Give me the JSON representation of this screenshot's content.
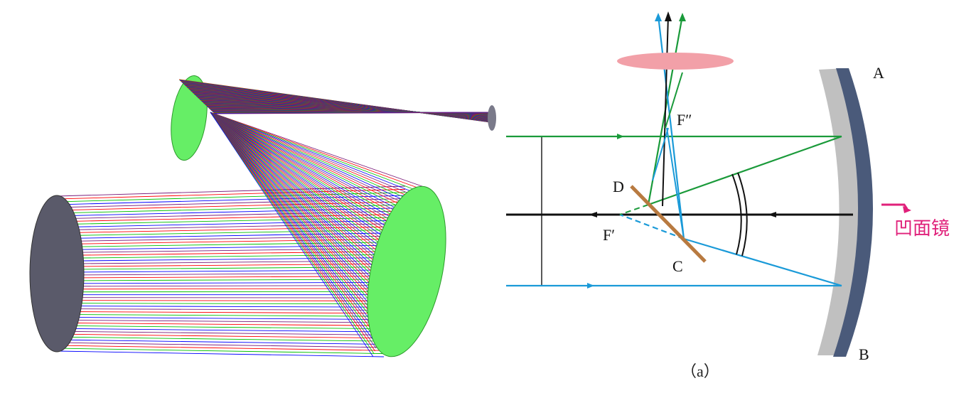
{
  "colors": {
    "ray_red": "#ff0000",
    "ray_green": "#00c000",
    "ray_blue": "#0000ff",
    "ray_purple": "#7a1a7a",
    "mirror_green": "#66ee66",
    "detector_gray": "#7a7a8a",
    "diagram_green": "#1a9a3a",
    "diagram_blue": "#1a9ad8",
    "diagram_black": "#111111",
    "eyepiece_pink": "#f2a0a8",
    "splitter_brown": "#b87a40",
    "mirror_gray": "#c0c0c0",
    "mirror_dark": "#4a5a7a",
    "label_magenta": "#e0207a"
  },
  "raytrace": {
    "description_icon": "mirror-raytrace-render"
  },
  "diagram": {
    "labels": {
      "A": "A",
      "B": "B",
      "C": "C",
      "D": "D",
      "F1": "F′",
      "F2": "F″"
    },
    "mirror_label": "凹面镜",
    "caption": "（a）"
  }
}
